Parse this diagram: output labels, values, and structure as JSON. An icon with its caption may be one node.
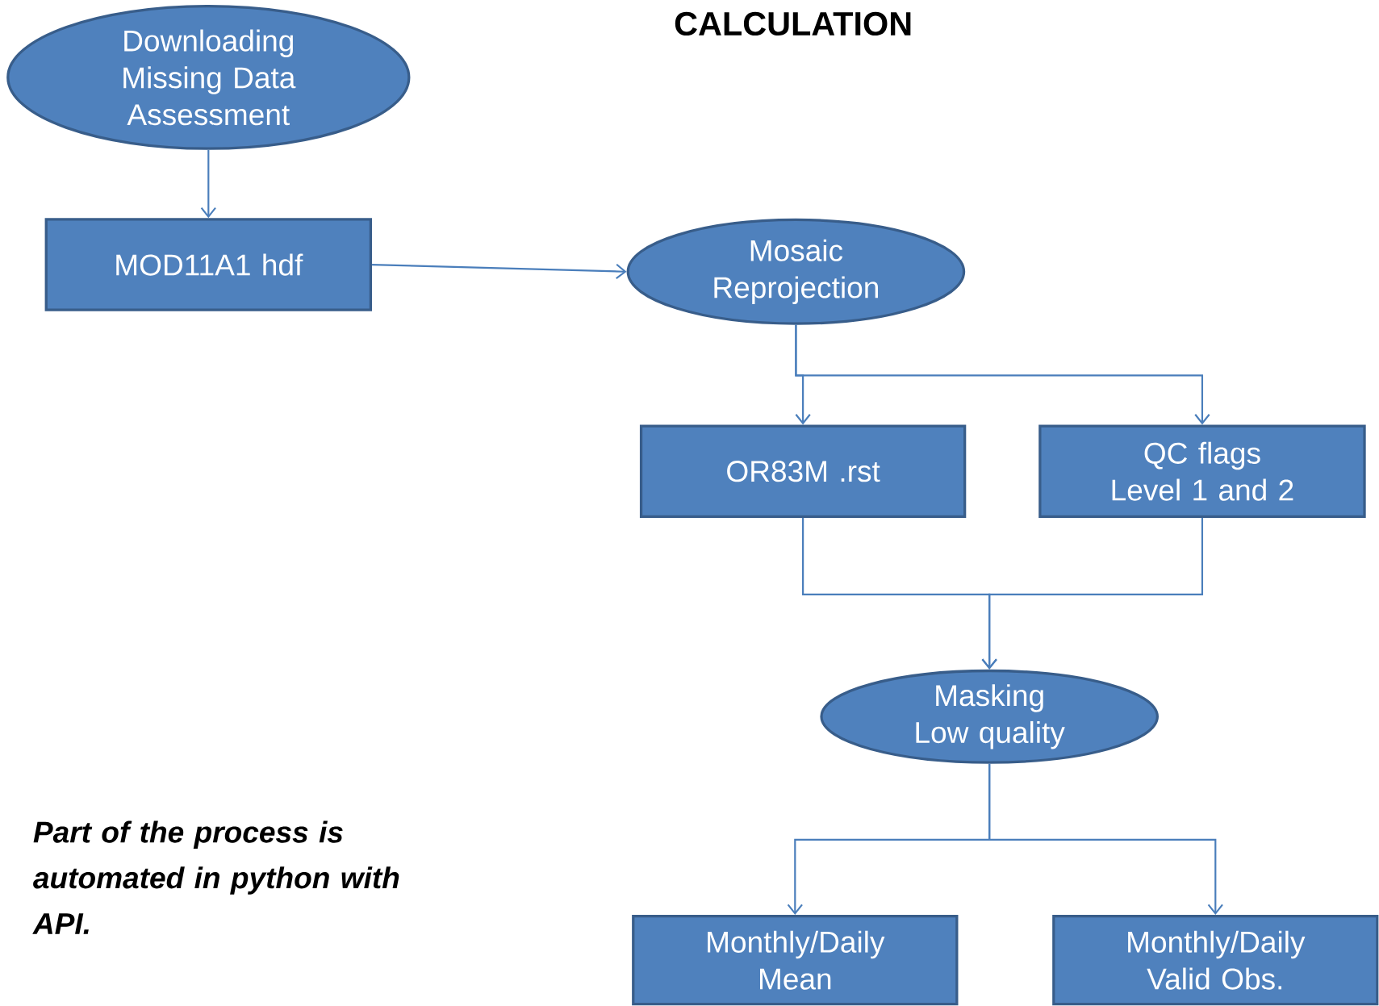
{
  "diagram": {
    "title": "CALCULATION",
    "nodes": [
      {
        "text": [
          "Downloading Missing Data Assessment"
        ]
      },
      {
        "text": [
          "MOD11A1 hdf"
        ]
      },
      {
        "text": [
          "Mosaic Reprojection"
        ]
      },
      {
        "text": [
          "OR83M .rst"
        ]
      },
      {
        "text": [
          "QC flags Level 1 and 2"
        ]
      },
      {
        "text": [
          "Masking Low quality"
        ]
      },
      {
        "text": [
          "Monthly/Daily Mean"
        ]
      },
      {
        "text": [
          "Monthly/Daily Valid Obs."
        ]
      }
    ],
    "edges": [
      {
        "from": 0,
        "to": 1,
        "arrow": "to"
      },
      {
        "from": 1,
        "to": 2,
        "arrow": "to"
      },
      {
        "from": 2,
        "to": 3,
        "arrow": "to"
      },
      {
        "from": 2,
        "to": 4,
        "arrow": "to"
      },
      {
        "from": 3,
        "to": 5,
        "arrow": "to"
      },
      {
        "from": 4,
        "to": 5,
        "arrow": "to"
      },
      {
        "from": 5,
        "to": 6,
        "arrow": "to"
      },
      {
        "from": 5,
        "to": 7,
        "arrow": "to"
      }
    ],
    "labels": [
      "Part of the process is automated in python with API."
    ]
  }
}
